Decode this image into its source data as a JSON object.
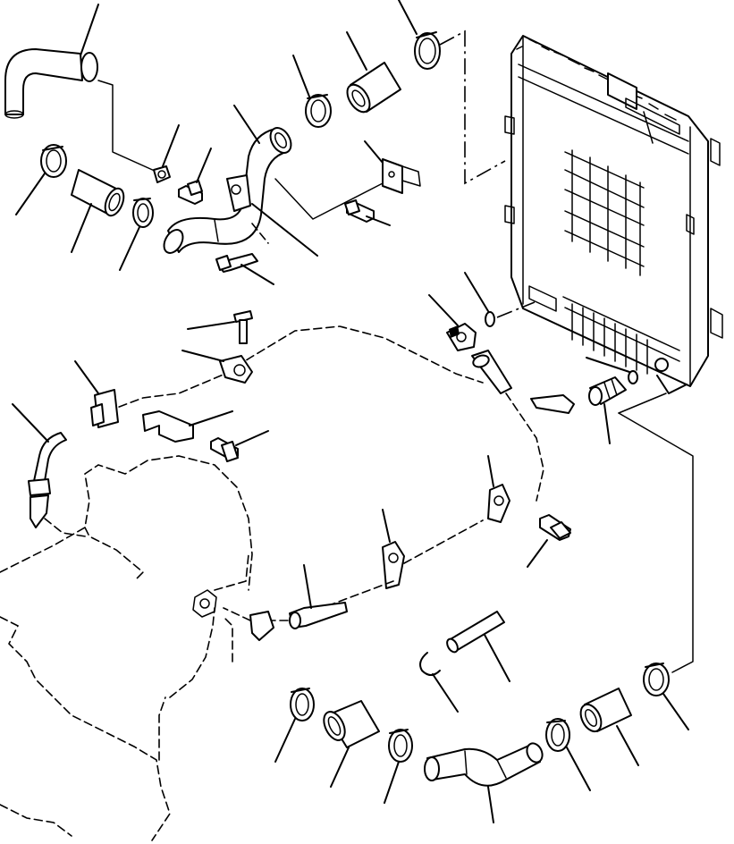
{
  "colors": {
    "ink": "#000000",
    "paper": "#ffffff"
  },
  "parts": [
    {
      "id": "upper-bypass-hose",
      "icon": "bent-hose"
    },
    {
      "id": "upper-hose-clamp-top",
      "icon": "hose-clamp"
    },
    {
      "id": "upper-straight-hose",
      "icon": "straight-hose"
    },
    {
      "id": "upper-hose-clamp-mid",
      "icon": "hose-clamp"
    },
    {
      "id": "upper-hose-clamp-left",
      "icon": "hose-clamp"
    },
    {
      "id": "upper-short-hose-left",
      "icon": "straight-hose"
    },
    {
      "id": "upper-hose-clamp-left-2",
      "icon": "hose-clamp"
    },
    {
      "id": "washer",
      "icon": "washer"
    },
    {
      "id": "bolt-upper",
      "icon": "bolt"
    },
    {
      "id": "upper-elbow-hose",
      "icon": "elbow-hose"
    },
    {
      "id": "bracket-upper",
      "icon": "bracket"
    },
    {
      "id": "bolt-bracket",
      "icon": "bolt"
    },
    {
      "id": "bolt-lower-elbow",
      "icon": "bolt"
    },
    {
      "id": "radiator",
      "icon": "radiator"
    },
    {
      "id": "o-ring",
      "icon": "o-ring"
    },
    {
      "id": "sensor-elbow",
      "icon": "elbow-fitting"
    },
    {
      "id": "drain-hose-fitting",
      "icon": "fitting"
    },
    {
      "id": "bolt-clip",
      "icon": "bolt"
    },
    {
      "id": "clip-upper",
      "icon": "clip"
    },
    {
      "id": "clip-left",
      "icon": "clip"
    },
    {
      "id": "bracket-left",
      "icon": "bracket"
    },
    {
      "id": "bolt-bracket-left",
      "icon": "bolt"
    },
    {
      "id": "tube-left",
      "icon": "tube"
    },
    {
      "id": "clip-right",
      "icon": "clip"
    },
    {
      "id": "clip-mid",
      "icon": "clip"
    },
    {
      "id": "bolt-right",
      "icon": "bolt"
    },
    {
      "id": "lower-fitting",
      "icon": "fitting"
    },
    {
      "id": "lower-hose-clamp-right",
      "icon": "hose-clamp"
    },
    {
      "id": "lower-hose-right",
      "icon": "straight-hose"
    },
    {
      "id": "lower-hose-clamp-right-2",
      "icon": "hose-clamp"
    },
    {
      "id": "lower-elbow-hose",
      "icon": "elbow-hose"
    },
    {
      "id": "lower-hose-clamp-left",
      "icon": "hose-clamp"
    },
    {
      "id": "lower-hose-left",
      "icon": "straight-hose"
    },
    {
      "id": "lower-hose-clamp-left-2",
      "icon": "hose-clamp"
    },
    {
      "id": "spring-clip",
      "icon": "spring-clip"
    },
    {
      "id": "short-tube",
      "icon": "tube"
    },
    {
      "id": "engine",
      "icon": "engine"
    }
  ]
}
